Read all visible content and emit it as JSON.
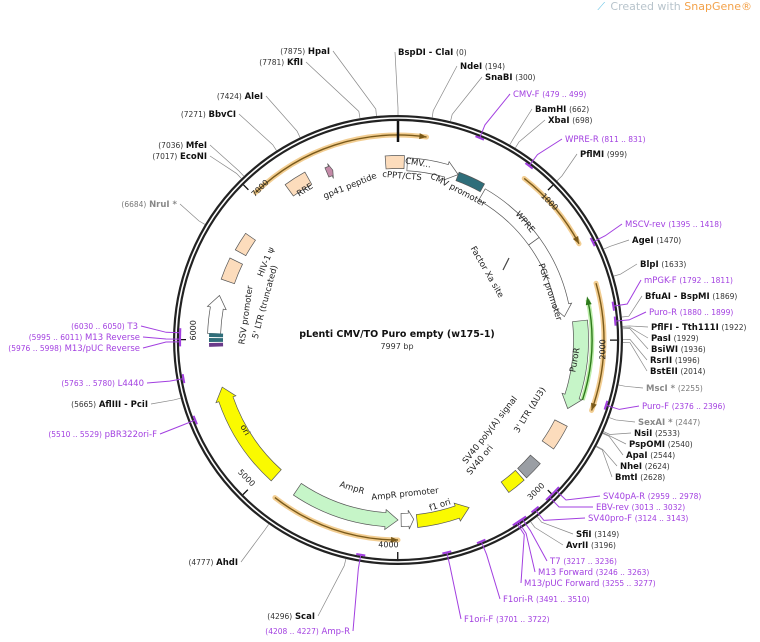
{
  "brand": {
    "prefix": "Created with ",
    "name": "SnapGene®"
  },
  "plasmid": {
    "name": "pLenti CMV/TO Puro empty (w175-1)",
    "length": "7997 bp",
    "total_bp": 7997
  },
  "ticks": [
    "1000",
    "2000",
    "3000",
    "4000",
    "5000",
    "6000",
    "7000"
  ],
  "sites": [
    {
      "name": "BspDI  - ClaI",
      "pos": "(0)",
      "bp": 0,
      "style": "unique"
    },
    {
      "name": "NdeI",
      "pos": "(194)",
      "bp": 194,
      "style": "unique"
    },
    {
      "name": "SnaBI",
      "pos": "(300)",
      "bp": 300,
      "style": "unique"
    },
    {
      "name": "BamHI",
      "pos": "(662)",
      "bp": 662,
      "style": "unique"
    },
    {
      "name": "XbaI",
      "pos": "(698)",
      "bp": 698,
      "style": "unique"
    },
    {
      "name": "PflMI",
      "pos": "(999)",
      "bp": 999,
      "style": "unique"
    },
    {
      "name": "AgeI",
      "pos": "(1470)",
      "bp": 1470,
      "style": "unique"
    },
    {
      "name": "BlpI",
      "pos": "(1633)",
      "bp": 1633,
      "style": "unique"
    },
    {
      "name": "BfuAI  - BspMI",
      "pos": "(1869)",
      "bp": 1869,
      "style": "unique"
    },
    {
      "name": "PflFI  - Tth111I",
      "pos": "(1922)",
      "bp": 1922,
      "style": "unique"
    },
    {
      "name": "PasI",
      "pos": "(1929)",
      "bp": 1929,
      "style": "unique"
    },
    {
      "name": "BsiWI",
      "pos": "(1936)",
      "bp": 1936,
      "style": "unique"
    },
    {
      "name": "RsrII",
      "pos": "(1996)",
      "bp": 1996,
      "style": "unique"
    },
    {
      "name": "BstEII",
      "pos": "(2014)",
      "bp": 2014,
      "style": "unique"
    },
    {
      "name": "MscI *",
      "pos": "(2255)",
      "bp": 2255,
      "style": "gray"
    },
    {
      "name": "SexAI *",
      "pos": "(2447)",
      "bp": 2447,
      "style": "gray"
    },
    {
      "name": "NsiI",
      "pos": "(2533)",
      "bp": 2533,
      "style": "unique"
    },
    {
      "name": "PspOMI",
      "pos": "(2540)",
      "bp": 2540,
      "style": "unique"
    },
    {
      "name": "ApaI",
      "pos": "(2544)",
      "bp": 2544,
      "style": "unique"
    },
    {
      "name": "NheI",
      "pos": "(2624)",
      "bp": 2624,
      "style": "unique"
    },
    {
      "name": "BmtI",
      "pos": "(2628)",
      "bp": 2628,
      "style": "unique"
    },
    {
      "name": "SfiI",
      "pos": "(3149)",
      "bp": 3149,
      "style": "unique"
    },
    {
      "name": "AvrII",
      "pos": "(3196)",
      "bp": 3196,
      "style": "unique"
    },
    {
      "name": "ScaI",
      "pos": "(4296)",
      "bp": 4296,
      "style": "unique"
    },
    {
      "name": "AhdI",
      "pos": "(4777)",
      "bp": 4777,
      "style": "unique"
    },
    {
      "name": "AflIII  - PciI",
      "pos": "(5665)",
      "bp": 5665,
      "style": "unique"
    },
    {
      "name": "NruI *",
      "pos": "(6684)",
      "bp": 6684,
      "style": "gray"
    },
    {
      "name": "EcoNI",
      "pos": "(7017)",
      "bp": 7017,
      "style": "unique"
    },
    {
      "name": "MfeI",
      "pos": "(7036)",
      "bp": 7036,
      "style": "unique"
    },
    {
      "name": "BbvCI",
      "pos": "(7271)",
      "bp": 7271,
      "style": "unique"
    },
    {
      "name": "AleI",
      "pos": "(7424)",
      "bp": 7424,
      "style": "unique"
    },
    {
      "name": "KflI",
      "pos": "(7781)",
      "bp": 7781,
      "style": "unique"
    },
    {
      "name": "HpaI",
      "pos": "(7875)",
      "bp": 7875,
      "style": "unique"
    }
  ],
  "primers": [
    {
      "name": "CMV-F",
      "range": "(479 .. 499)",
      "bp": 489
    },
    {
      "name": "WPRE-R",
      "range": "(811 .. 831)",
      "bp": 821
    },
    {
      "name": "MSCV-rev",
      "range": "(1395 .. 1418)",
      "bp": 1406
    },
    {
      "name": "mPGK-F",
      "range": "(1792 .. 1811)",
      "bp": 1801
    },
    {
      "name": "Puro-R",
      "range": "(1880 .. 1899)",
      "bp": 1889
    },
    {
      "name": "Puro-F",
      "range": "(2376 .. 2396)",
      "bp": 2386
    },
    {
      "name": "SV40pA-R",
      "range": "(2959 .. 2978)",
      "bp": 2968
    },
    {
      "name": "EBV-rev",
      "range": "(3013 .. 3032)",
      "bp": 3022
    },
    {
      "name": "SV40pro-F",
      "range": "(3124 .. 3143)",
      "bp": 3133
    },
    {
      "name": "T7",
      "range": "(3217 .. 3236)",
      "bp": 3226
    },
    {
      "name": "M13 Forward",
      "range": "(3246 .. 3263)",
      "bp": 3254
    },
    {
      "name": "M13/pUC Forward",
      "range": "(3255 .. 3277)",
      "bp": 3266
    },
    {
      "name": "F1ori-R",
      "range": "(3491 .. 3510)",
      "bp": 3500
    },
    {
      "name": "F1ori-F",
      "range": "(3701 .. 3722)",
      "bp": 3711
    },
    {
      "name": "Amp-R",
      "range": "(4208 .. 4227)",
      "bp": 4217
    },
    {
      "name": "pBR322ori-F",
      "range": "(5510 .. 5529)",
      "bp": 5519
    },
    {
      "name": "L4440",
      "range": "(5763 .. 5780)",
      "bp": 5771
    },
    {
      "name": "M13/pUC Reverse",
      "range": "(5976 .. 5998)",
      "bp": 5987
    },
    {
      "name": "M13 Reverse",
      "range": "(5995 .. 6011)",
      "bp": 6003
    },
    {
      "name": "T3",
      "range": "(6030 .. 6050)",
      "bp": 6040
    }
  ],
  "features": [
    {
      "label": "RRE",
      "color": "#fcdcbc"
    },
    {
      "label": "gp41 peptide",
      "color": "#c48aa8"
    },
    {
      "label": "cPPT/CTS",
      "color": "#fcdcbc"
    },
    {
      "label": "CMV...",
      "color": "#ffffff"
    },
    {
      "label": "CMV promoter",
      "color": "#2f6e7a"
    },
    {
      "label": "WPRE",
      "color": "#ffffff"
    },
    {
      "label": "PGK promoter",
      "color": "#ffffff"
    },
    {
      "label": "PuroR",
      "color": "#c6f5c8"
    },
    {
      "label": "3' LTR (ΔU3)",
      "color": "#fcdcbc"
    },
    {
      "label": "SV40 poly(A) signal",
      "color": "#9a9ea4"
    },
    {
      "label": "SV40 ori",
      "color": "#fafa00"
    },
    {
      "label": "f1 ori",
      "color": "#fafa00"
    },
    {
      "label": "AmpR promoter",
      "color": "#ffffff"
    },
    {
      "label": "AmpR",
      "color": "#c6f5c8"
    },
    {
      "label": "ori",
      "color": "#fafa00"
    },
    {
      "label": "RSV promoter",
      "color": "#ffffff"
    },
    {
      "label": "5' LTR (truncated)",
      "color": "#fcdcbc"
    },
    {
      "label": "HIV-1 ψ",
      "color": "#fcdcbc"
    },
    {
      "label": "Factor Xa site",
      "color": "#444444"
    }
  ]
}
